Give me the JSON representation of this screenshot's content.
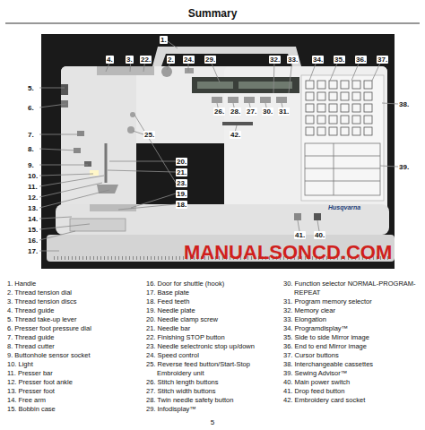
{
  "diagram": {
    "title": "Summary",
    "labels": [
      "1.",
      "2.",
      "3.",
      "4.",
      "5.",
      "6.",
      "7.",
      "8.",
      "9.",
      "10.",
      "11.",
      "12.",
      "13.",
      "14.",
      "15.",
      "16.",
      "17.",
      "18.",
      "19.",
      "20.",
      "21.",
      "22.",
      "23.",
      "24.",
      "25.",
      "26.",
      "27.",
      "28.",
      "29.",
      "30.",
      "31.",
      "32.",
      "33.",
      "34.",
      "35.",
      "36.",
      "37.",
      "38.",
      "39.",
      "40.",
      "41.",
      "42.",
      "Husqvarna",
      "MANUALSONCD.COM",
      "1. Handle",
      "2. Thread tension dial",
      "3. Thread tension discs",
      "4. Thread guide",
      "5. Thread take-up lever",
      "6. Presser foot pressure dial",
      "7. Thread guide",
      "8. Thread cutter",
      "9. Buttonhole sensor socket",
      "10. Light",
      "11. Presser bar",
      "12. Presser foot ankle",
      "13. Presser foot",
      "14. Free arm",
      "15. Bobbin case",
      "16. Door for shuttle (hook)",
      "17. Base plate",
      "18. Feed teeth",
      "19. Needle plate",
      "20. Needle clamp screw",
      "21. Needle bar",
      "22. Finishing STOP button",
      "23. Needle selectronic stop up/down",
      "24. Speed control",
      "25. Reverse feed button/Start-Stop Embroidery unit",
      "26. Stitch length buttons",
      "27. Stitch width buttons",
      "28. Twin needle safety button",
      "29. Infodisplay™",
      "30. Function selector NORMAL-PROGRAM-REPEAT",
      "31. Program memory selector",
      "32. Memory clear",
      "33. Elongation",
      "34. Programdisplay™",
      "35. Side to side Mirror image",
      "36. End to end Mirror image",
      "37. Cursor buttons",
      "38. Interchangeable cassettes",
      "39. Sewing Advisor™",
      "40. Main power switch",
      "41. Drop feed button",
      "42. Embroidery card socket",
      "5"
    ]
  }
}
